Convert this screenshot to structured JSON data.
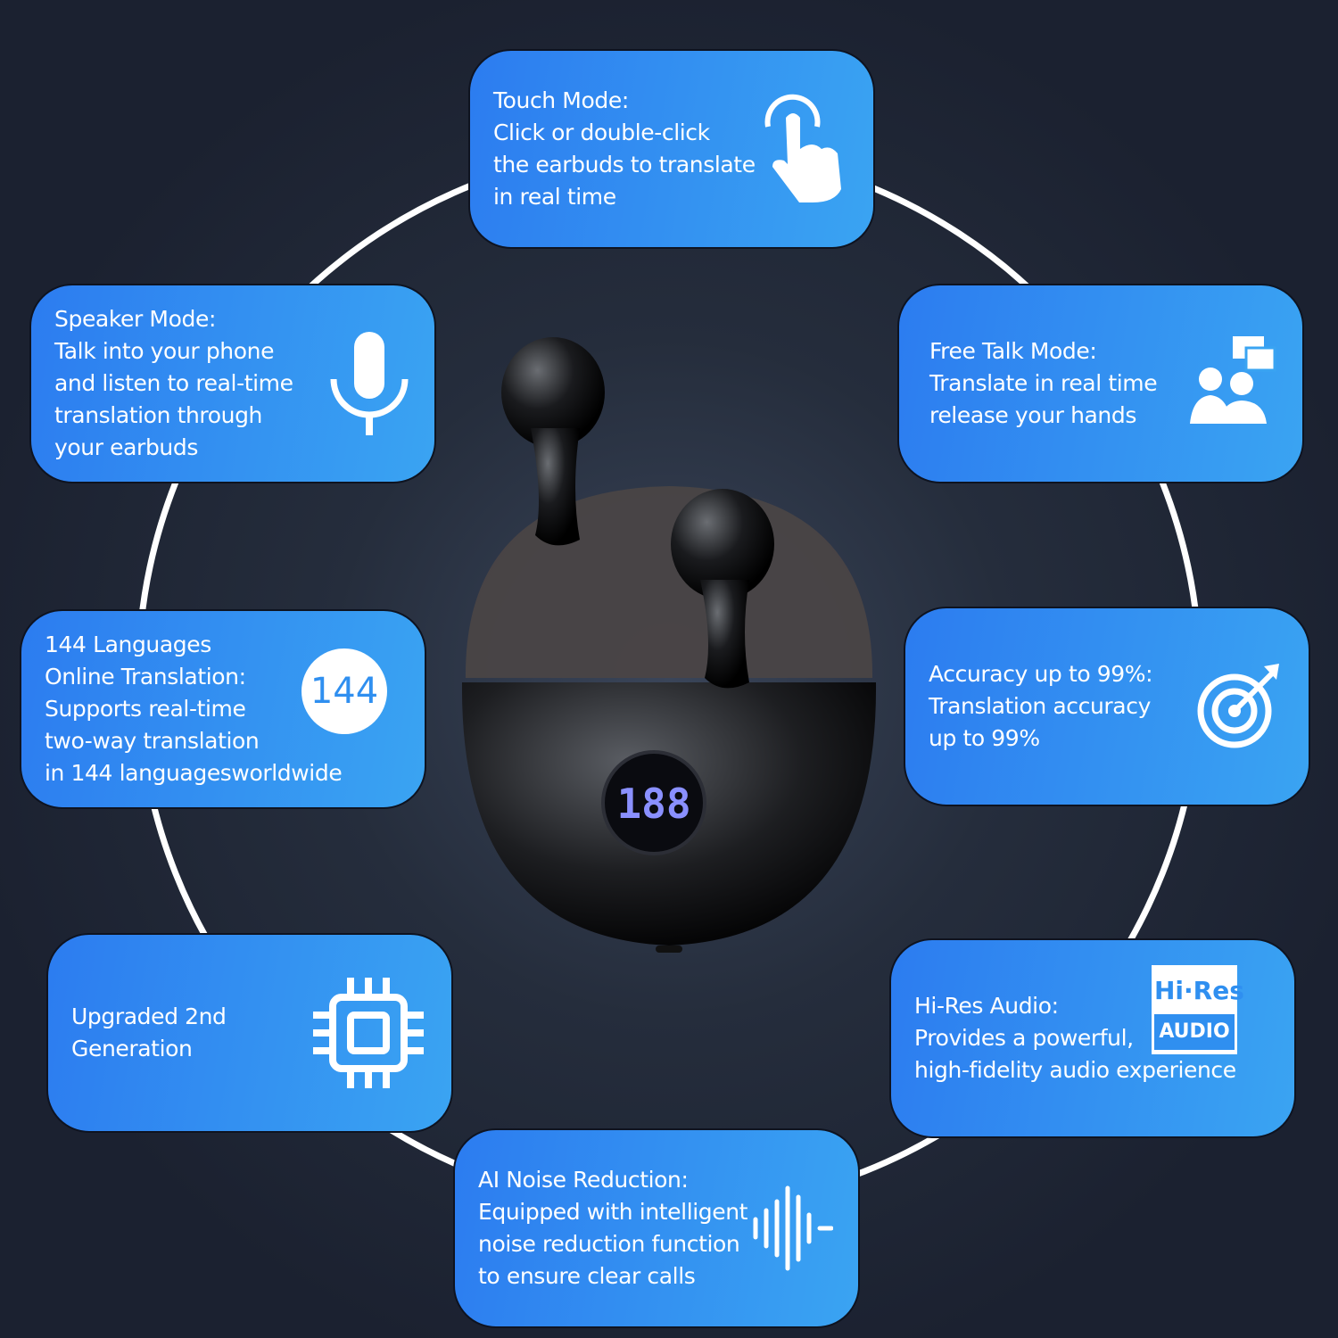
{
  "features": [
    {
      "id": "touch",
      "title": "Touch Mode:",
      "body": "Click or double-click\nthe earbuds to translate\nin real time",
      "icon": "touch-hand-icon"
    },
    {
      "id": "speaker",
      "title": "Speaker Mode:",
      "body": "Talk into your phone\nand listen to real-time\ntranslation through\nyour earbuds",
      "icon": "microphone-icon"
    },
    {
      "id": "freetalk",
      "title": "Free Talk Mode:",
      "body": "Translate in real time\nrelease your hands",
      "icon": "people-chat-icon"
    },
    {
      "id": "languages",
      "title": "144 Languages\nOnline Translation:",
      "body": "Supports real-time\ntwo-way translation\nin 144 languagesworldwide",
      "icon": "language-count-icon",
      "badge": "144"
    },
    {
      "id": "accuracy",
      "title": "Accuracy up to 99%:",
      "body": "Translation accuracy\nup to 99%",
      "icon": "target-icon"
    },
    {
      "id": "chip",
      "title": "Upgraded 2nd\nGeneration",
      "body": "",
      "icon": "chip-icon"
    },
    {
      "id": "hires",
      "title": "Hi-Res Audio:",
      "body": "Provides a powerful,\nhigh-fidelity audio experience",
      "icon": "hi-res-audio-logo",
      "logo_top": "Hi·Res",
      "logo_bottom": "AUDIO"
    },
    {
      "id": "noise",
      "title": "AI Noise Reduction:",
      "body": "Equipped with intelligent\nnoise reduction function\n to ensure clear calls",
      "icon": "sound-wave-icon"
    }
  ],
  "product": {
    "display": "188"
  },
  "colors": {
    "card_start": "#2c7cf0",
    "card_end": "#3aa4f2",
    "background": "#1b2130",
    "ring": "#ffffff"
  }
}
